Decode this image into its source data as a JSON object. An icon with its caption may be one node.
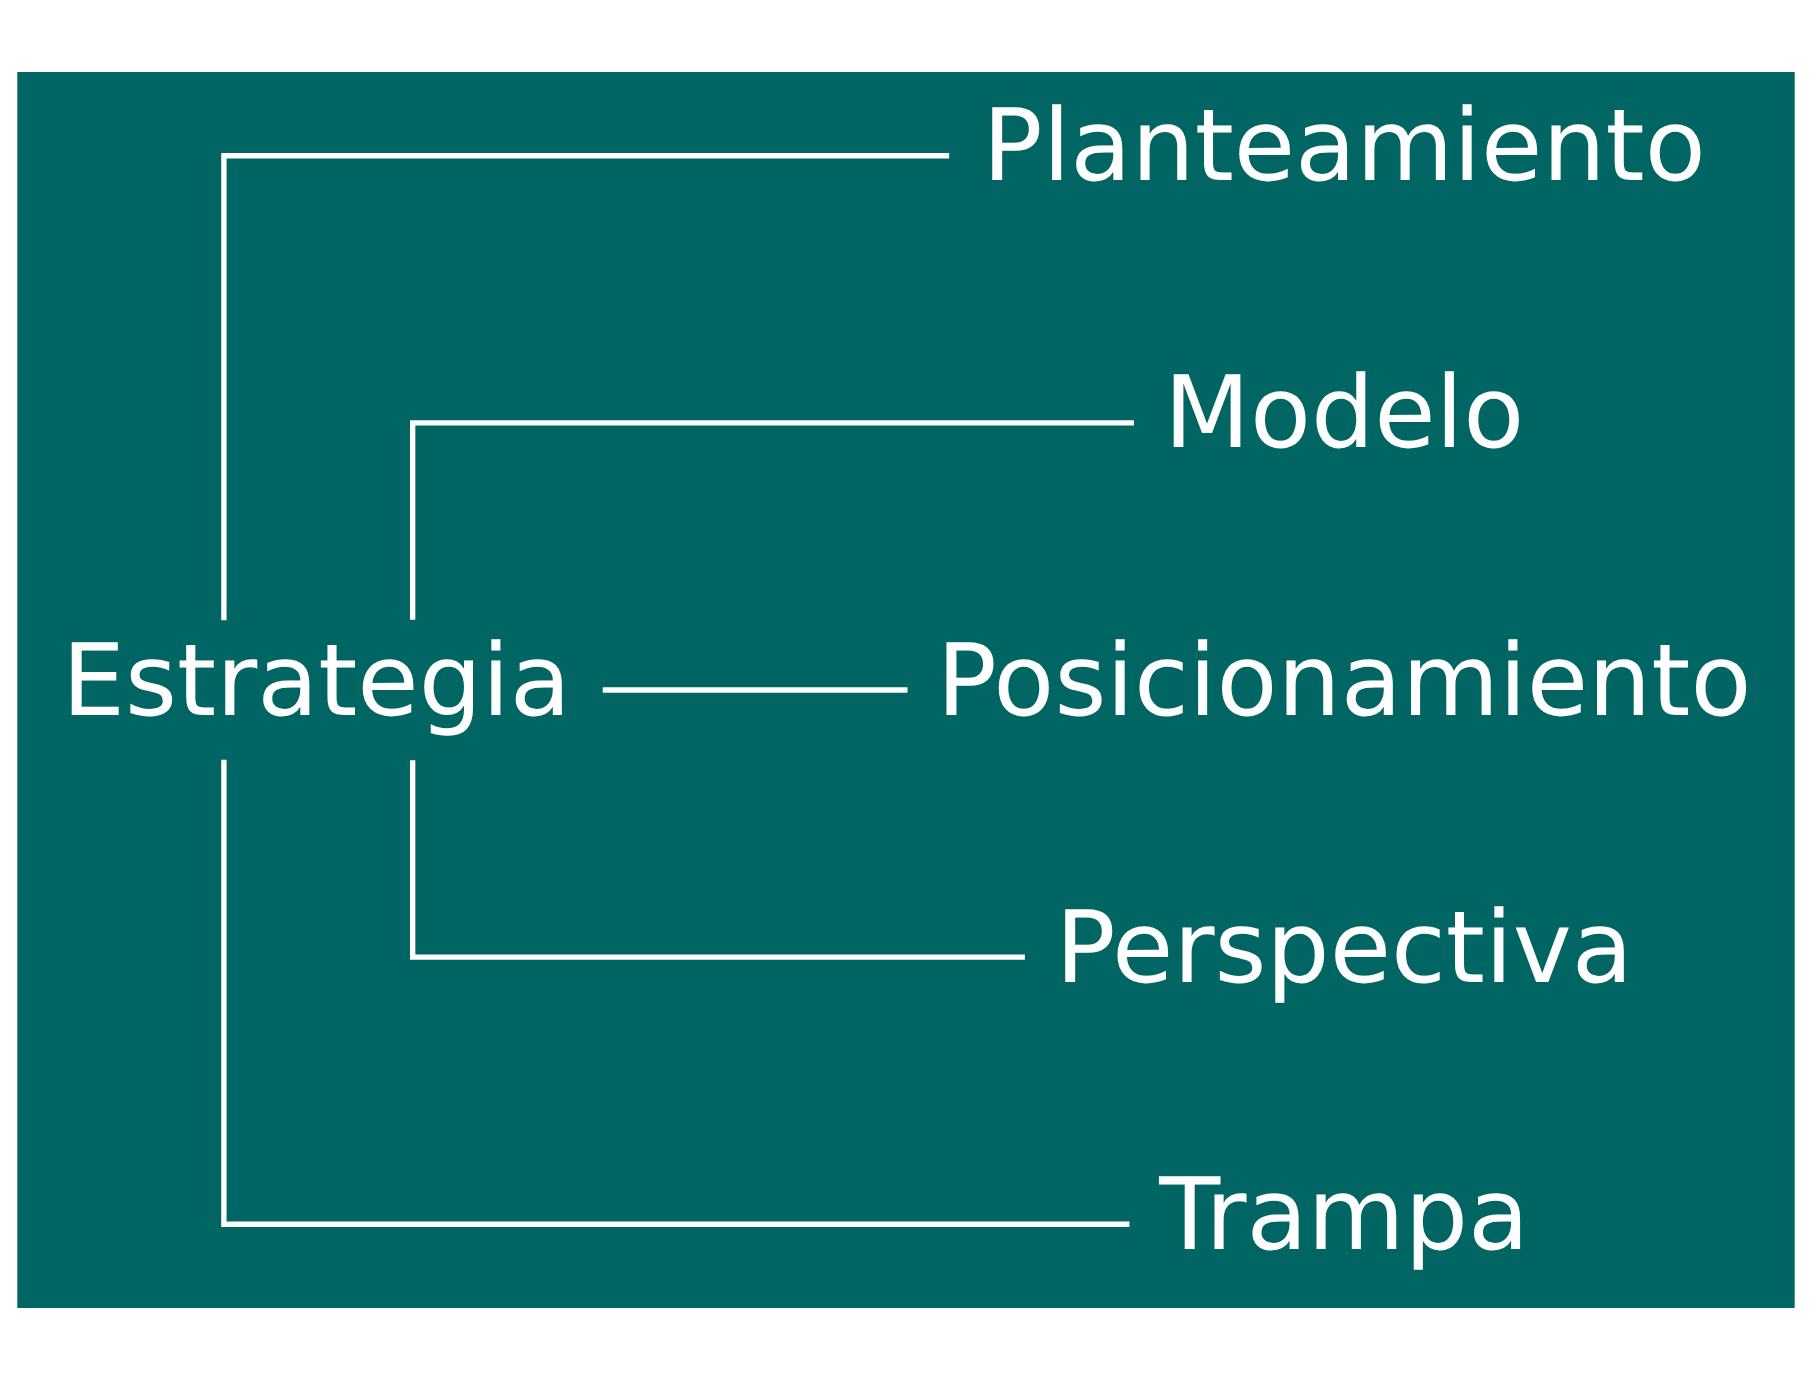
{
  "diagram": {
    "nodes": [
      {
        "text": [
          "Estrategia"
        ]
      },
      {
        "text": [
          "Planteamiento"
        ]
      },
      {
        "text": [
          "Modelo"
        ]
      },
      {
        "text": [
          "Posicionamiento"
        ]
      },
      {
        "text": [
          "Perspectiva"
        ]
      },
      {
        "text": [
          "Trampa"
        ]
      }
    ],
    "edges": [
      {
        "from": 0,
        "to": 1,
        "arrow": "none"
      },
      {
        "from": 0,
        "to": 2,
        "arrow": "none"
      },
      {
        "from": 0,
        "to": 3,
        "arrow": "none"
      },
      {
        "from": 0,
        "to": 4,
        "arrow": "none"
      },
      {
        "from": 0,
        "to": 5,
        "arrow": "none"
      }
    ]
  }
}
